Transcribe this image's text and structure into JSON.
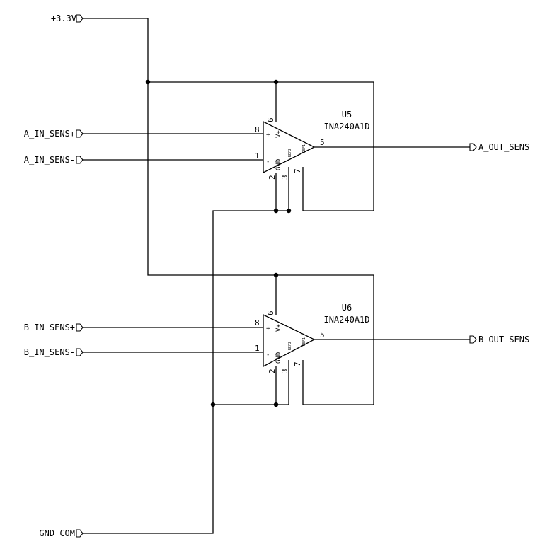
{
  "nets": {
    "vcc": "+3.3V",
    "a_in_pos": "A_IN_SENS+",
    "a_in_neg": "A_IN_SENS-",
    "a_out": "A_OUT_SENS",
    "b_in_pos": "B_IN_SENS+",
    "b_in_neg": "B_IN_SENS-",
    "b_out": "B_OUT_SENS",
    "gnd": "GND_COM"
  },
  "u5": {
    "ref": "U5",
    "value": "INA240A1D",
    "pins": {
      "p6": "6",
      "p8": "8",
      "p1": "1",
      "p5": "5",
      "p2": "2",
      "p3": "3",
      "p7": "7"
    },
    "plus": "+",
    "minus": "-",
    "vplus": "V+",
    "gnd": "GND",
    "ref1": "REF1",
    "ref2": "REF2"
  },
  "u6": {
    "ref": "U6",
    "value": "INA240A1D",
    "pins": {
      "p6": "6",
      "p8": "8",
      "p1": "1",
      "p5": "5",
      "p2": "2",
      "p3": "3",
      "p7": "7"
    },
    "plus": "+",
    "minus": "-",
    "vplus": "V+",
    "gnd": "GND",
    "ref1": "REF1",
    "ref2": "REF2"
  }
}
